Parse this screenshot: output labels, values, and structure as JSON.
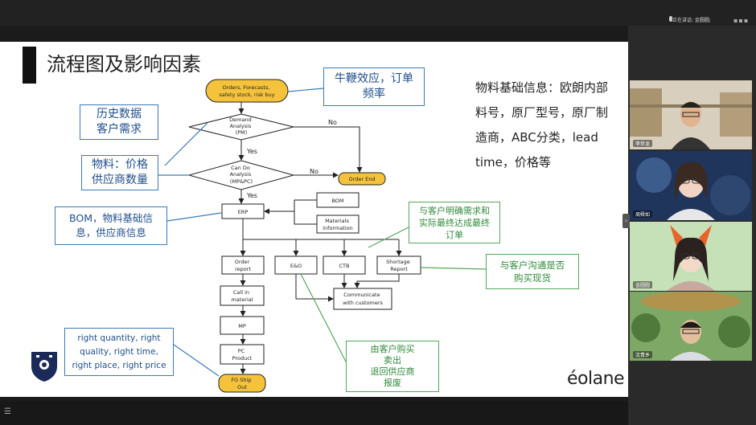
{
  "meeting": {
    "speaking_label": "正在讲话: 金圆圆;"
  },
  "slide": {
    "title": "流程图及影响因素",
    "info_text": "物料基础信息：欧朗内部料号，原厂型号，原厂制造商，ABC分类，lead time，价格等",
    "logo": "éolane",
    "flow": {
      "start": [
        "Orders, Forecasts,",
        "safety stock, risk buy"
      ],
      "demand": [
        "Demand",
        "Analysis",
        "(PM)"
      ],
      "cando": [
        "Can Do",
        "Analysis",
        "(MP&PC)"
      ],
      "no1": "No",
      "no2": "No",
      "yes1": "Yes",
      "yes2": "Yes",
      "order_end": "Order End",
      "erp": "ERP",
      "bom": "BOM",
      "materials_info": [
        "Materials",
        "information"
      ],
      "order_report": [
        "Order",
        "report"
      ],
      "eo": "E&O",
      "ctb": "CTB",
      "shortage": [
        "Shortage",
        "Report"
      ],
      "call_in": [
        "Call in",
        "material"
      ],
      "communicate": [
        "Communicate",
        "with customers"
      ],
      "mp": "MP",
      "pc_product": [
        "PC",
        "Product"
      ],
      "fg_ship": [
        "FG Ship",
        "Out"
      ]
    },
    "callouts_blue": {
      "bullwhip": [
        "牛鞭效应，订单",
        "频率"
      ],
      "history": [
        "历史数据",
        "客户需求"
      ],
      "material": [
        "物料：价格",
        "供应商数量"
      ],
      "bom_info": [
        "BOM，物料基础信",
        "息，供应商信息"
      ],
      "right": [
        "right quantity, right",
        "quality, right time,",
        "right place, right price"
      ]
    },
    "callouts_green": {
      "confirm_demand": [
        "与客户明确需求和",
        "实际最终达成最终",
        "订单"
      ],
      "buy_stock": [
        "与客户沟通是否",
        "购买现货"
      ],
      "eo_actions": [
        "由客户购买",
        "卖出",
        "退回供应商",
        "报废"
      ]
    }
  },
  "participants": [
    {
      "name": "李世龙"
    },
    {
      "name": "周舜如"
    },
    {
      "name": "金圆圆"
    },
    {
      "name": "沈青乡"
    }
  ],
  "colors": {
    "callout_blue": "#3a7bb8",
    "callout_green": "#55a85a",
    "terminal_fill": "#f5c33b"
  }
}
